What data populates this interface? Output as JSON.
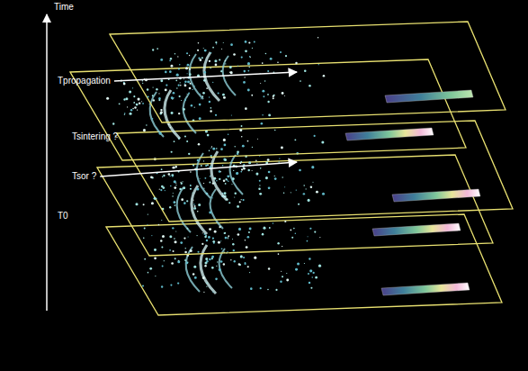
{
  "diagram": {
    "labels": [
      "Time",
      "Tpropagation",
      "Tsintering ?",
      "Tsor ?",
      "T0"
    ]
  }
}
